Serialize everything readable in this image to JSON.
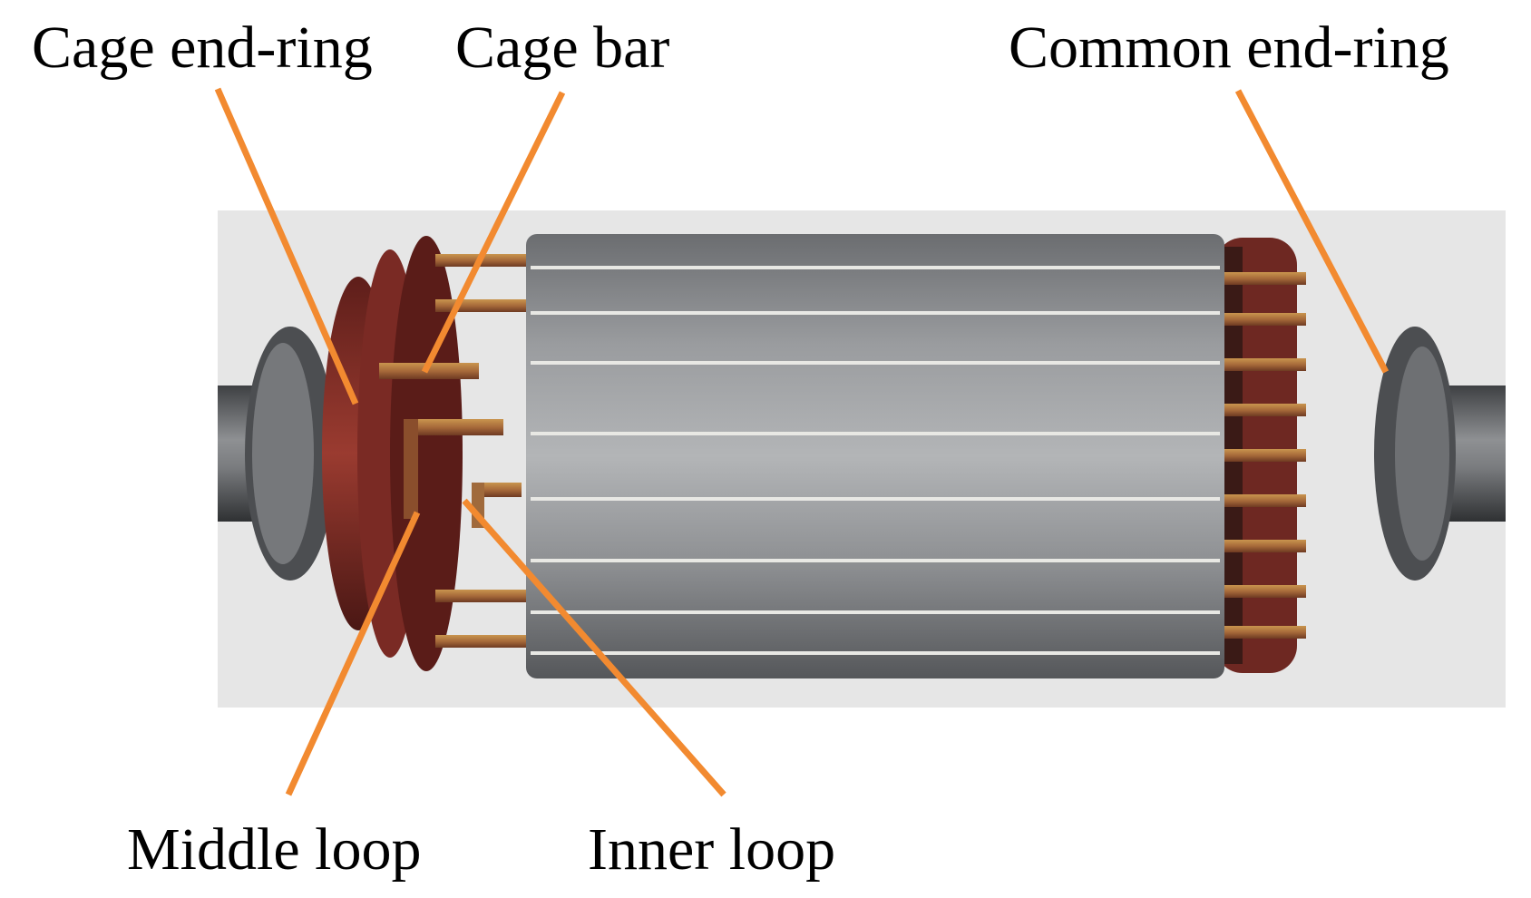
{
  "labels": {
    "cage_end_ring": "Cage end-ring",
    "cage_bar": "Cage bar",
    "common_end_ring": "Common end-ring",
    "middle_loop": "Middle loop",
    "inner_loop": "Inner loop"
  },
  "colors": {
    "arrow": "#F28A30",
    "background": "#E6E6E6",
    "core_steel": "#8A8C8E",
    "copper": "#9C4A32",
    "shaft": "#5A5C60"
  }
}
